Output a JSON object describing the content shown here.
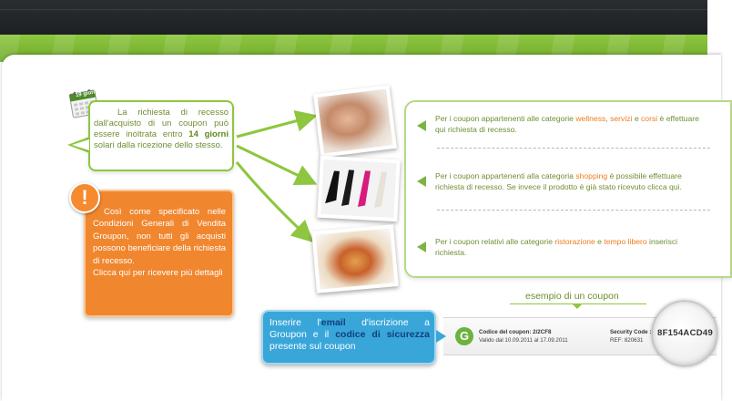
{
  "calendar": {
    "label": "19 giorni"
  },
  "green_bubble": {
    "part1": "La richiesta di recesso dall'acquisto di un coupon può essere inoltrata entro ",
    "bold": "14 giorni",
    "part2": " solari dalla ricezione dello stesso."
  },
  "orange_bubble": {
    "icon_glyph": "!",
    "text": "Così come specificato nelle Condizioni Generali di Vendita Groupon, non tutti gli acquisti possono beneficiare della richiesta di recesso.",
    "link": "Clicca qui per ricevere più dettagli"
  },
  "categories": [
    {
      "pre": "Per i coupon appartenenti alle categorie ",
      "hl1": "wellness",
      "mid1": ", ",
      "hl2": "servizi",
      "mid2": " e ",
      "hl3": "corsi",
      "post": " è effettuare qui richiesta di recesso."
    },
    {
      "pre": "Per i coupon appartenenti alla categoria ",
      "hl1": "shopping",
      "post": " è possibile effettuare richiesta di recesso. Se invece il prodotto è già stato ricevuto clicca qui."
    },
    {
      "pre": "Per i coupon relativi alle categorie ",
      "hl1": "ristorazione",
      "mid1": " e ",
      "hl2": "tempo libero",
      "post": " inserisci richiesta."
    }
  ],
  "esempio": "esempio di un coupon",
  "coupon": {
    "logo": "G",
    "code_label": "Codice del coupon: 2/2CF8",
    "validity": "Valido dal 10.09.2011 al 17.09.2011",
    "security_label": "Security Code :",
    "ref": "REF: 820631",
    "security_value": "8F154ACD49"
  },
  "blue_bubble": {
    "p1": "Inserire l'",
    "b1": "email",
    "p2": " d'iscrizione a Groupon e il ",
    "b2": "codice di sicurezza",
    "p3": " presente sul coupon"
  },
  "colors": {
    "green": "#8ec63f",
    "orange": "#f0862e",
    "blue": "#39a6d9",
    "highlight": "#f07c1e"
  },
  "icons": [
    "calendar-icon",
    "warning-icon",
    "groupon-logo-icon",
    "magnifier-icon"
  ]
}
